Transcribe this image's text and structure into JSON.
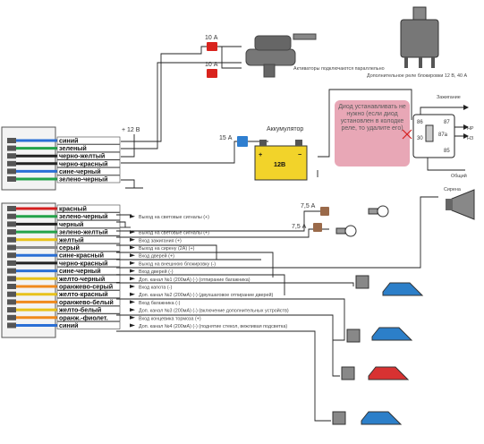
{
  "top_connector": {
    "wires": [
      {
        "label": "синий",
        "color": "#2a6fd6"
      },
      {
        "label": "зеленый",
        "color": "#23a34a"
      },
      {
        "label": "черно-желтый",
        "color": "#222222"
      },
      {
        "label": "черно-красный",
        "color": "#222222"
      },
      {
        "label": "сине-черный",
        "color": "#2a6fd6"
      },
      {
        "label": "зелено-черный",
        "color": "#23a34a"
      }
    ]
  },
  "bottom_connector": {
    "wires": [
      {
        "label": "красный",
        "color": "#d42020",
        "func": ""
      },
      {
        "label": "зелено-черный",
        "color": "#23a34a",
        "func": "Выход на световые сигналы (+)"
      },
      {
        "label": "черный",
        "color": "#222222",
        "func": ""
      },
      {
        "label": "зелено-желтый",
        "color": "#23a34a",
        "func": "Выход на световые сигналы (+)"
      },
      {
        "label": "желтый",
        "color": "#e8c21a",
        "func": "Вход зажигания (+)"
      },
      {
        "label": "серый",
        "color": "#8a8a8a",
        "func": "Выход на сирену (2A) (+)"
      },
      {
        "label": "сине-красный",
        "color": "#2a6fd6",
        "func": "Вход дверей (+)"
      },
      {
        "label": "черно-красный",
        "color": "#222222",
        "func": "Выход на внешнюю блокировку (-)"
      },
      {
        "label": "сине-черный",
        "color": "#2a6fd6",
        "func": "Вход дверей (-)"
      },
      {
        "label": "желто-черный",
        "color": "#e8c21a",
        "func": "Доп. канал №1 (200мА) (-)",
        "func_small": "(отпирание багажника)"
      },
      {
        "label": "оранжево-серый",
        "color": "#f08a1c",
        "func": "Вход капота (-)"
      },
      {
        "label": "желто-красный",
        "color": "#e8c21a",
        "func": "Доп. канал №2 (200мА) (-)",
        "func_small": "(двухшаговое отпирание дверей)"
      },
      {
        "label": "оранжево-белый",
        "color": "#f08a1c",
        "func": "Вход багажника (-)"
      },
      {
        "label": "желто-белый",
        "color": "#e8c21a",
        "func": "Доп. канал №3 (200мА) (-)",
        "func_small": "(включение дополнительных устройств)"
      },
      {
        "label": "оранж.-фиолет.",
        "color": "#f08a1c",
        "func": "Вход концевика тормоза (+)"
      },
      {
        "label": "синий",
        "color": "#2a6fd6",
        "func": "Доп. канал №4 (200мА) (-)",
        "func_small": "(поднятие стекол, вежливая подсветка)"
      }
    ]
  },
  "labels": {
    "fuse1": "10 А",
    "fuse2": "10 А",
    "actuators": "Активаторы подключаются параллельно",
    "relay_caption": "Дополнительное реле блокировки 12 В, 40 А",
    "plus12": "+ 12 В",
    "fuse15": "15 А",
    "battery": "Аккумулятор",
    "battery_voltage": "12В",
    "battery_plus": "+",
    "battery_minus": "−",
    "diode_note": "Диод устанавливать не нужно (если диод установлен в колодке реле, то удалите его)",
    "ignition": "Зажигание",
    "nr": "НР",
    "nz": "НЗ",
    "common": "Общий",
    "siren": "Сирена",
    "fuse75a": "7,5 А",
    "fuse75b": "7,5 А",
    "pin86": "86",
    "pin30": "30",
    "pin87": "87",
    "pin87a": "87a",
    "pin85": "85"
  },
  "colors": {
    "fuse_red": "#d9231d",
    "fuse_blue": "#2f7fd0",
    "fuse_brown": "#9a6a4a",
    "note_bg": "#e8a7b6",
    "car_blue": "#2c7fc9",
    "car_red": "#d83232",
    "battery_yellow": "#f2d32a"
  }
}
